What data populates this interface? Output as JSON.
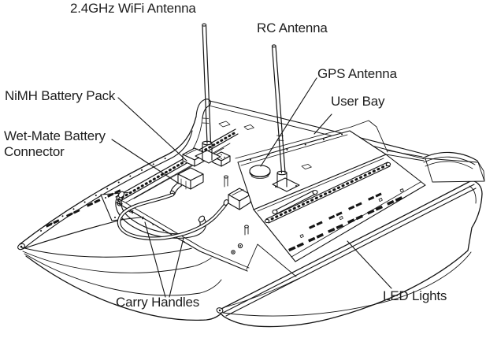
{
  "figure": {
    "subject": "Catamaran autonomous surface vessel — labeled component diagram",
    "background_color": "#ffffff",
    "line_color": "#141414",
    "text_color": "#1e1e1e"
  },
  "labels": {
    "wifi_antenna": "2.4GHz WiFi Antenna",
    "rc_antenna": "RC Antenna",
    "gps_antenna": "GPS Antenna",
    "user_bay": "User Bay",
    "nimh_battery_pack": "NiMH Battery Pack",
    "wet_mate_connector": "Wet-Mate Battery Connector",
    "carry_handles": "Carry Handles",
    "led_lights": "LED Lights"
  }
}
